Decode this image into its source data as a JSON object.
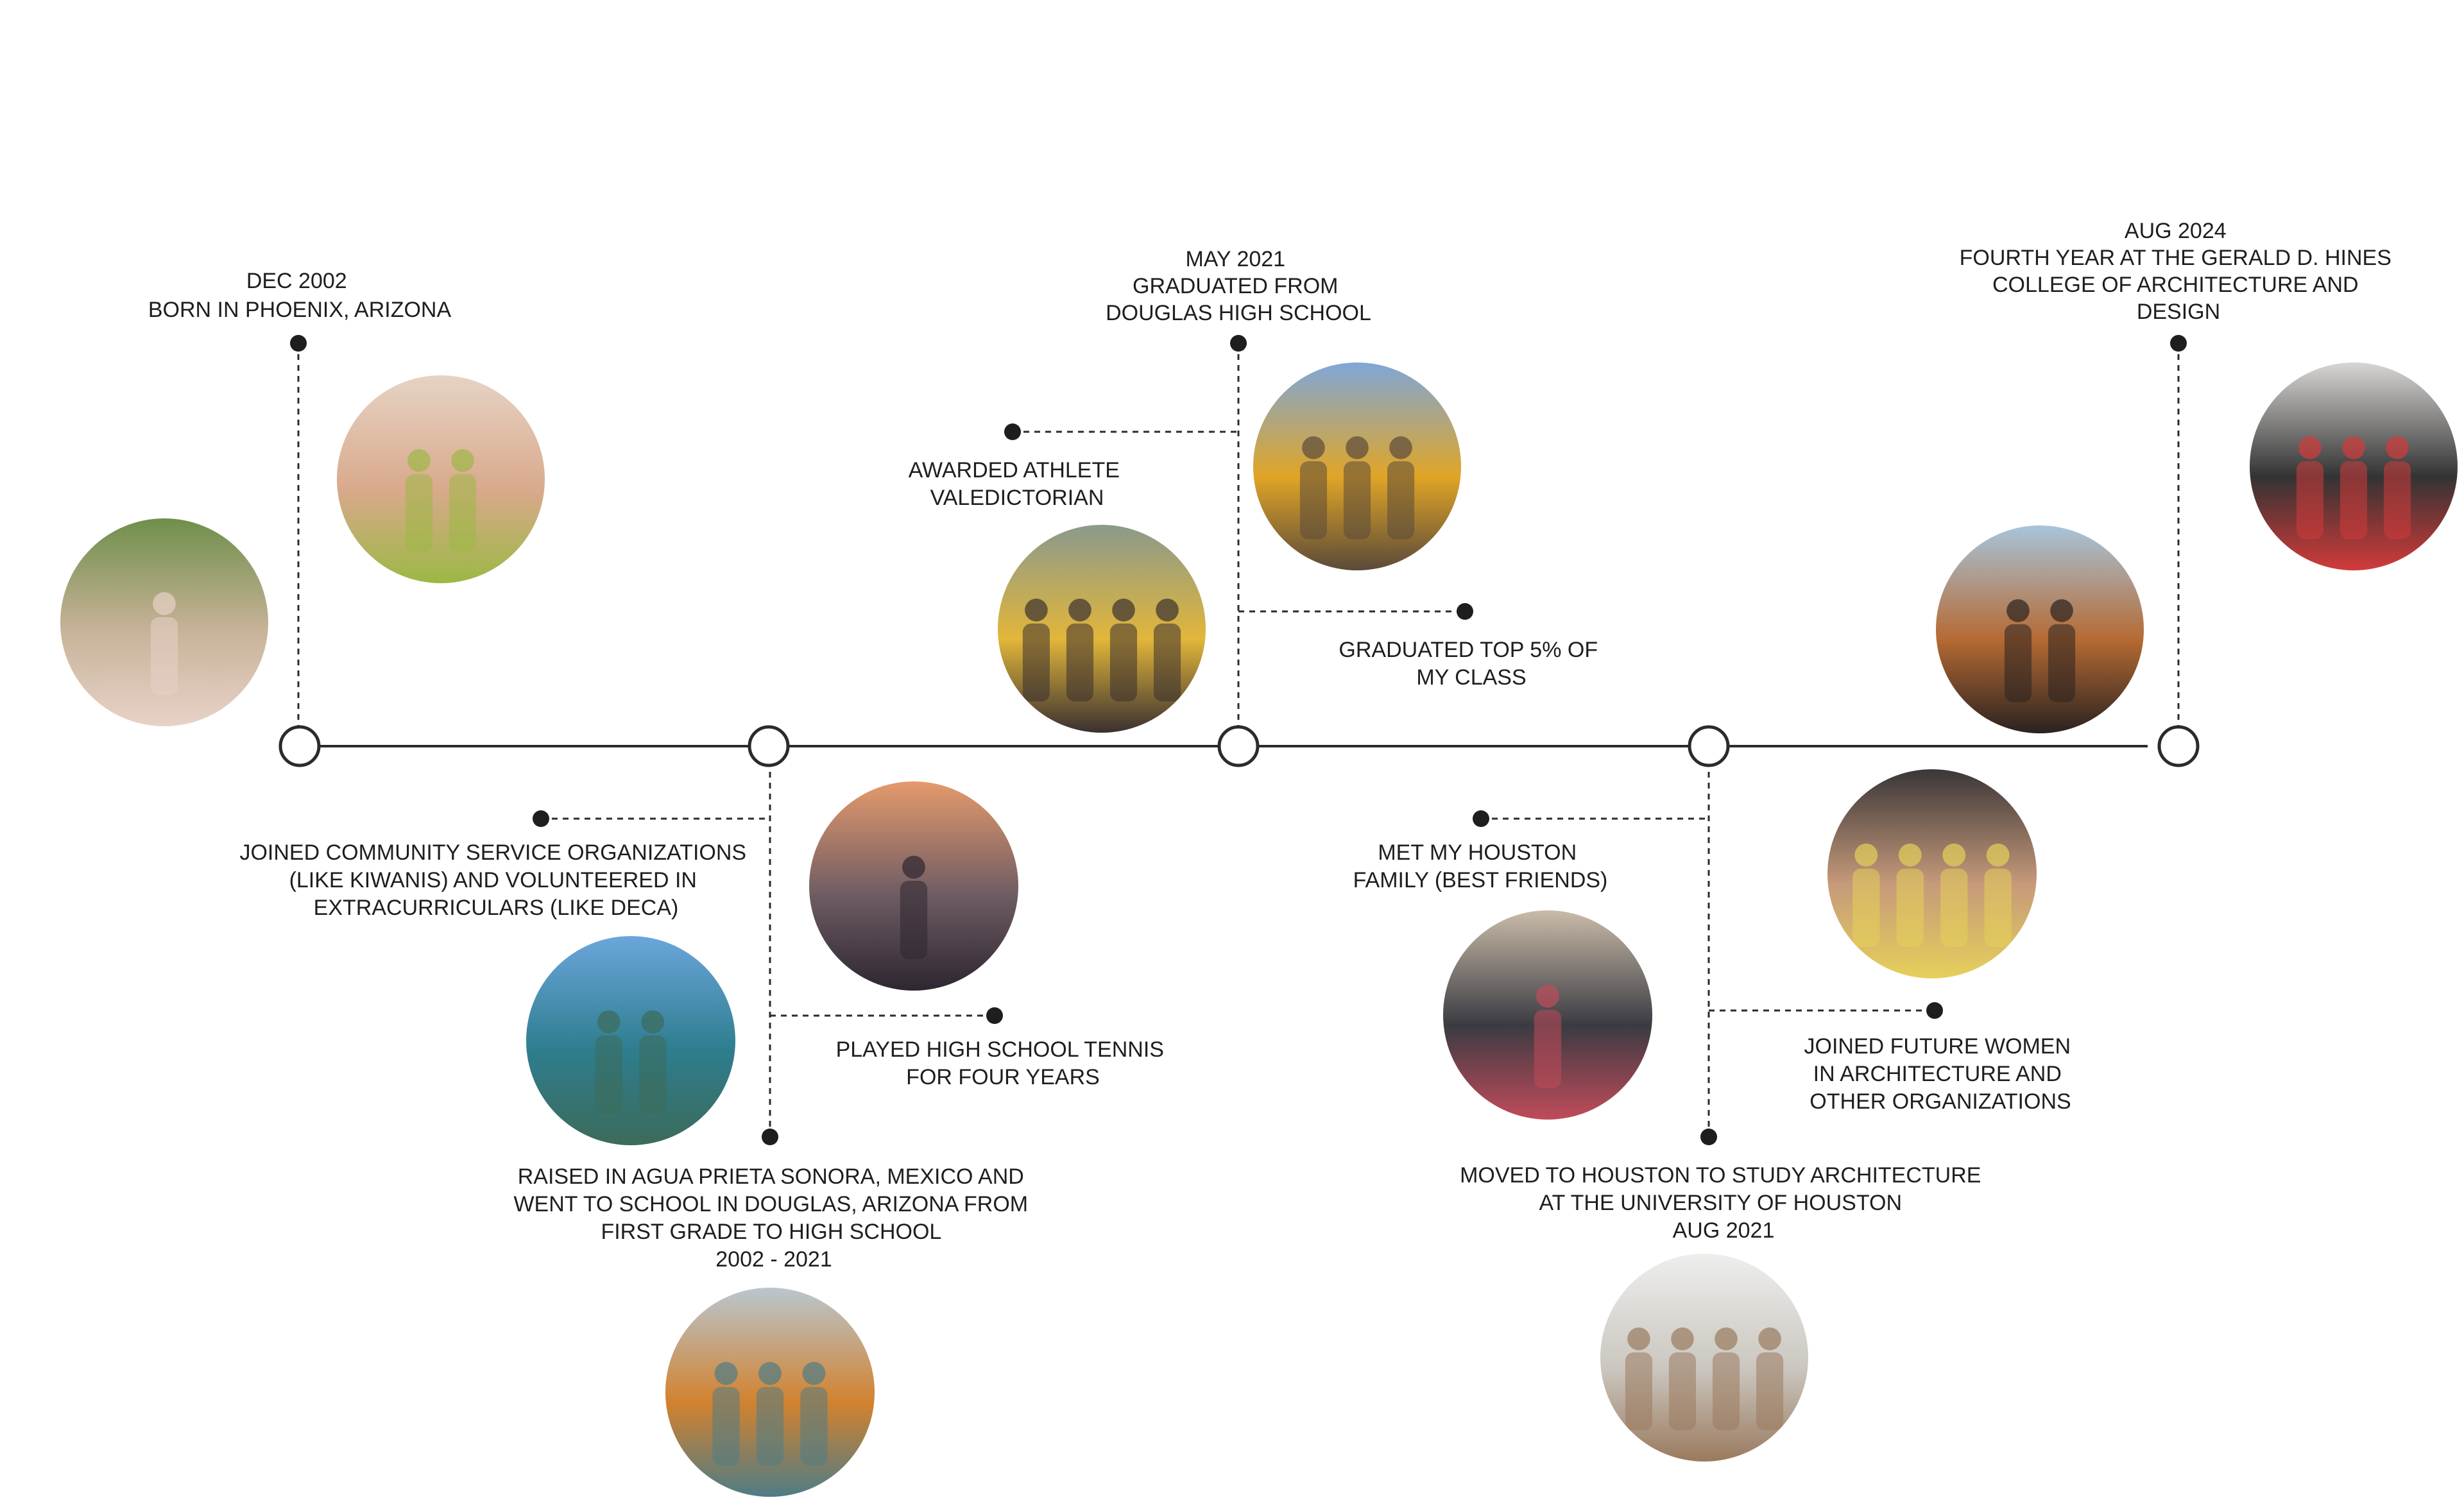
{
  "timeline": {
    "line_color": "#2b2b2b",
    "milestones": [
      {
        "id": "birth",
        "lines": [
          "DEC 2002",
          "BORN IN PHOENIX, ARIZONA"
        ]
      },
      {
        "id": "highschool-grad",
        "lines": [
          "MAY 2021",
          "GRADUATED FROM",
          "DOUGLAS HIGH SCHOOL"
        ]
      },
      {
        "id": "fourth-year",
        "lines": [
          "AUG 2024",
          "FOURTH YEAR AT THE GERALD D. HINES",
          "COLLEGE OF ARCHITECTURE AND",
          "DESIGN"
        ]
      }
    ],
    "events": [
      {
        "id": "athlete-valedictorian",
        "lines": [
          "AWARDED ATHLETE",
          "VALEDICTORIAN"
        ]
      },
      {
        "id": "top-five",
        "lines": [
          "GRADUATED TOP 5% OF",
          "MY CLASS"
        ]
      },
      {
        "id": "community-service",
        "lines": [
          "JOINED COMMUNITY SERVICE  ORGANIZATIONS",
          "(LIKE KIWANIS) AND VOLUNTEERED IN",
          "EXTRACURRICULARS (LIKE DECA)"
        ]
      },
      {
        "id": "tennis",
        "lines": [
          "PLAYED HIGH SCHOOL TENNIS",
          "FOR FOUR YEARS"
        ]
      },
      {
        "id": "raised-agua-prieta",
        "lines": [
          "RAISED IN AGUA PRIETA SONORA, MEXICO AND",
          "WENT TO SCHOOL IN DOUGLAS, ARIZONA FROM",
          "FIRST GRADE TO HIGH SCHOOL",
          "2002 - 2021"
        ]
      },
      {
        "id": "houston-family",
        "lines": [
          "MET MY HOUSTON",
          "FAMILY (BEST FRIENDS)"
        ]
      },
      {
        "id": "future-women",
        "lines": [
          "JOINED FUTURE WOMEN",
          "IN ARCHITECTURE AND",
          "OTHER ORGANIZATIONS"
        ]
      },
      {
        "id": "moved-houston",
        "lines": [
          "MOVED TO HOUSTON TO STUDY ARCHITECTURE",
          "AT THE UNIVERSITY OF HOUSTON",
          "AUG 2021"
        ]
      }
    ]
  },
  "photos": [
    {
      "id": "toddler-photo",
      "description": "toddler in garden",
      "colors": [
        "#6f8f4a",
        "#c9b39a",
        "#e8d2c8"
      ]
    },
    {
      "id": "baby-photo",
      "description": "baby portrait",
      "colors": [
        "#e6d3c4",
        "#d9a98c",
        "#9cb844"
      ]
    },
    {
      "id": "graduation-diploma-photo",
      "description": "graduate holding diploma",
      "colors": [
        "#7fa7d8",
        "#e0a526",
        "#5b4a3a"
      ]
    },
    {
      "id": "graduation-procession-photo",
      "description": "graduation procession",
      "colors": [
        "#8a9a8c",
        "#e2b63a",
        "#3a3030"
      ]
    },
    {
      "id": "sunset-group-photo",
      "description": "group at sunset",
      "colors": [
        "#e59a6c",
        "#6d5b63",
        "#2d2630"
      ]
    },
    {
      "id": "tennis-photo",
      "description": "playing tennis",
      "colors": [
        "#6aa6dc",
        "#2e7d8e",
        "#3c6b5a"
      ]
    },
    {
      "id": "mural-photo",
      "description": "butterfly mural on border fence",
      "colors": [
        "#b9c6cf",
        "#d2822e",
        "#4f7c86"
      ]
    },
    {
      "id": "friends-concert-photo",
      "description": "friends at concert",
      "colors": [
        "#3a3638",
        "#c69a7a",
        "#e6d05a"
      ]
    },
    {
      "id": "organization-table-photo",
      "description": "organization fair table",
      "colors": [
        "#c9bba8",
        "#3a3b42",
        "#c14b5a"
      ]
    },
    {
      "id": "award-photo",
      "description": "holding award in hall",
      "colors": [
        "#a8c4da",
        "#b56a33",
        "#2a2220"
      ]
    },
    {
      "id": "college-group-photo",
      "description": "college group photo",
      "colors": [
        "#d8d6d4",
        "#333333",
        "#d23a3a"
      ]
    },
    {
      "id": "studio-photo",
      "description": "posing in architecture studio",
      "colors": [
        "#eeeeec",
        "#cbc7c0",
        "#9a7a5e"
      ]
    }
  ]
}
